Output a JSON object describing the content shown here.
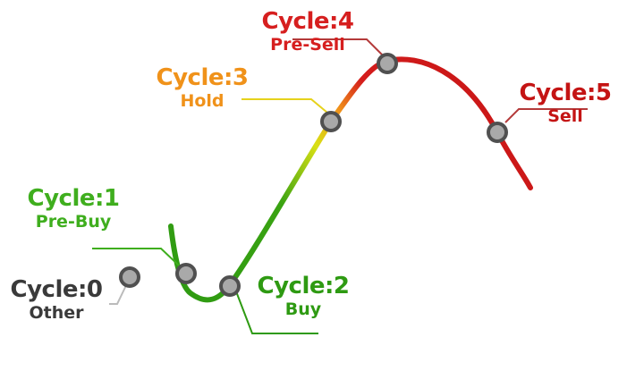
{
  "stages": [
    {
      "cycle": "Cycle:0",
      "name": "Other",
      "color": "#3a3a3a",
      "leader": "#bbbbbb"
    },
    {
      "cycle": "Cycle:1",
      "name": "Pre-Buy",
      "color": "#3fae1e",
      "leader": "#3fae1e"
    },
    {
      "cycle": "Cycle:2",
      "name": "Buy",
      "color": "#2e9a12",
      "leader": "#2e9a12"
    },
    {
      "cycle": "Cycle:3",
      "name": "Hold",
      "color": "#f0921a",
      "leader": "#e6d21c"
    },
    {
      "cycle": "Cycle:4",
      "name": "Pre-Sell",
      "color": "#d61f1f",
      "leader": "#b43a3a"
    },
    {
      "cycle": "Cycle:5",
      "name": "Sell",
      "color": "#c41414",
      "leader": "#b43a3a"
    }
  ],
  "colors": {
    "curve_green": "#2e9a12",
    "curve_yellow": "#d9e014",
    "curve_orange": "#f0921a",
    "curve_red": "#d41c1c",
    "marker_fill": "#a9a9a9",
    "marker_stroke": "#505050"
  }
}
